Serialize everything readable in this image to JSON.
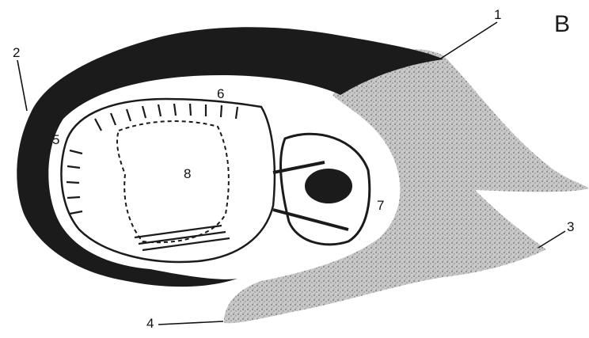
{
  "panel_letter": "B",
  "labels": [
    {
      "id": "1",
      "text": "1"
    },
    {
      "id": "2",
      "text": "2"
    },
    {
      "id": "3",
      "text": "3"
    },
    {
      "id": "4",
      "text": "4"
    },
    {
      "id": "5",
      "text": "5"
    },
    {
      "id": "6",
      "text": "6"
    },
    {
      "id": "7",
      "text": "7"
    },
    {
      "id": "8",
      "text": "8"
    }
  ],
  "colors": {
    "ink": "#1b1b1b",
    "tone": "#bdbdbd",
    "background": "#ffffff"
  }
}
